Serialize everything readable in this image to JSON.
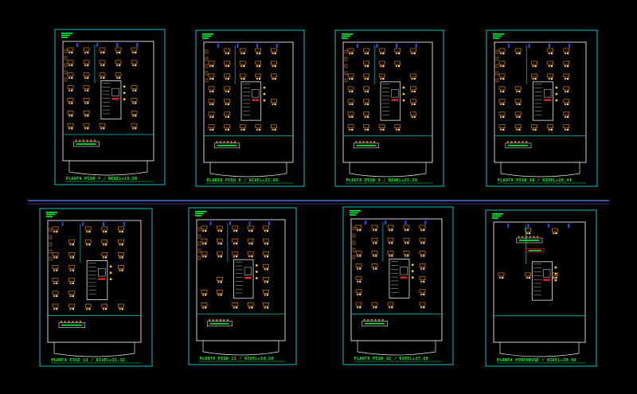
{
  "colors": {
    "background": "#000000",
    "frame": "#00c8c8",
    "walls": "#e8e8e8",
    "furniture": "#ff9900",
    "text": "#00ff33",
    "accent_blue": "#2a4cff",
    "accent_red": "#ff2020",
    "accent_yellow": "#ffd800",
    "separator": "#3a5aa0"
  },
  "sheets": [
    {
      "label": "PLANTA PISO 7 / NIVEL+19.80"
    },
    {
      "label": "PLANTA PISO 8 / NIVEL+22.68"
    },
    {
      "label": "PLANTA PISO 9 / NIVEL+25.56"
    },
    {
      "label": "PLANTA PISO 10 / NIVEL+28.44"
    },
    {
      "label": "PLANTA PISO 10 / NIVEL+31.32"
    },
    {
      "label": "PLANTA PISO 11 / NIVEL+34.20"
    },
    {
      "label": "PLANTA PISO 12 / NIVEL+37.08"
    },
    {
      "label": "PLANTA PENTHOUSE / NIVEL+39.96"
    }
  ]
}
